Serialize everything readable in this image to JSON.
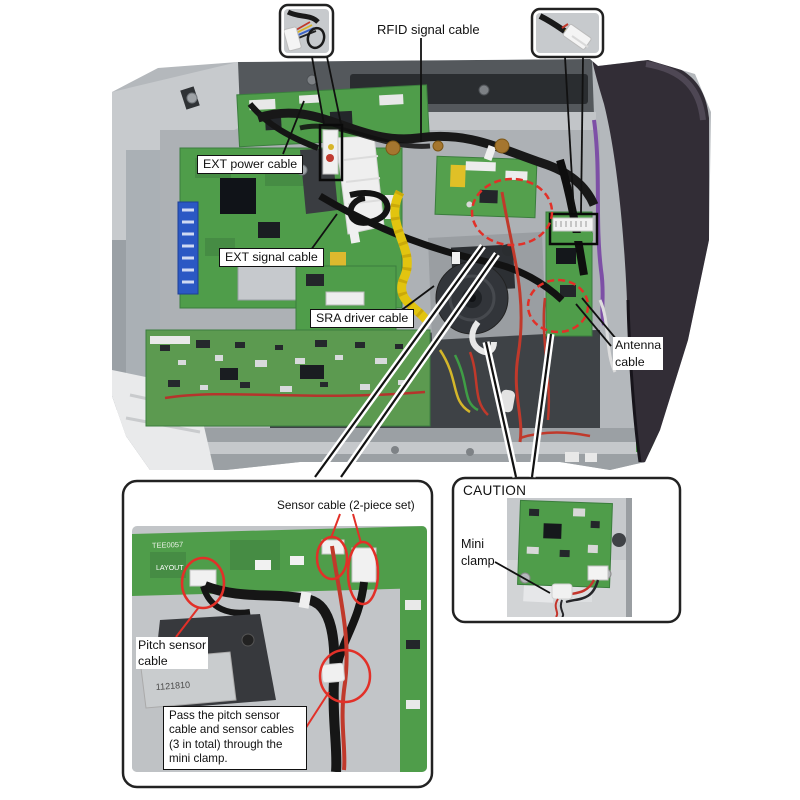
{
  "figure": {
    "kind": "printer-internal-cable-routing-illustration"
  },
  "callouts": {
    "rfid_signal_cable": "RFID signal cable",
    "ext_power_cable": "EXT power cable",
    "ext_signal_cable": "EXT signal cable",
    "sra_driver_cable": "SRA driver cable",
    "antenna_cable": {
      "line1": "Antenna",
      "line2": "cable"
    },
    "sensor_cable": "Sensor cable (2-piece set)",
    "pitch_sensor_cable": {
      "line1": "Pitch sensor",
      "line2": "cable"
    },
    "pass_note": {
      "line1": "Pass the pitch sensor",
      "line2": "cable and sensor cables",
      "line3": "(3 in total) through the",
      "line4": "mini clamp."
    },
    "caution": {
      "title": "CAUTION",
      "mini_clamp": {
        "line1": "Mini",
        "line2": "clamp"
      }
    }
  },
  "board_silkscreen": {
    "id1": "TEE0057",
    "id2": "LAYOUT",
    "id3": "1121810"
  },
  "colors": {
    "annotation_red": "#e23028",
    "callout_line_black": "#111111",
    "pcb_green": "#4f9d4a",
    "chassis_gray": "#b4b8bc",
    "dark_cover": "#322d36",
    "yellow_cable": "#e2c40f",
    "red_wire": "#c0392b",
    "blue_connector": "#2b58c4",
    "background": "#ffffff"
  }
}
